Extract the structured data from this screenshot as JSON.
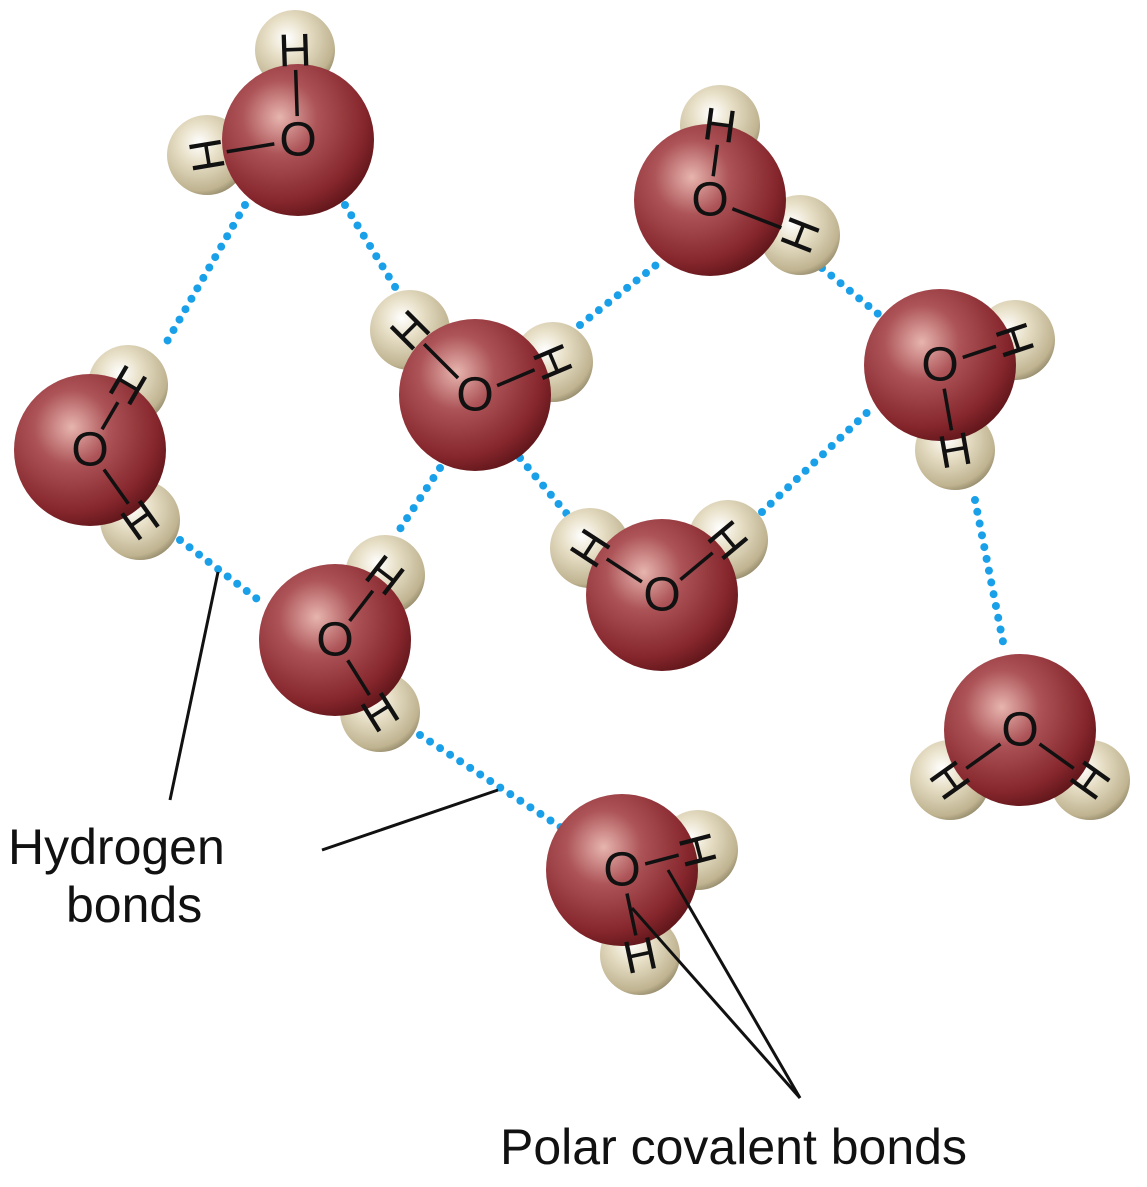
{
  "labels": {
    "hydrogen_bonds_line1": "Hydrogen",
    "hydrogen_bonds_line2": "bonds",
    "polar_covalent_bonds": "Polar covalent bonds"
  },
  "atoms": {
    "oxygen_symbol": "O",
    "hydrogen_symbol": "H"
  },
  "colors": {
    "oxygen": "#8c2e33",
    "hydrogen": "#d9cfb4",
    "hydrogen_bond": "#1aa0e8",
    "pointer_line": "#111111",
    "text": "#111111"
  }
}
